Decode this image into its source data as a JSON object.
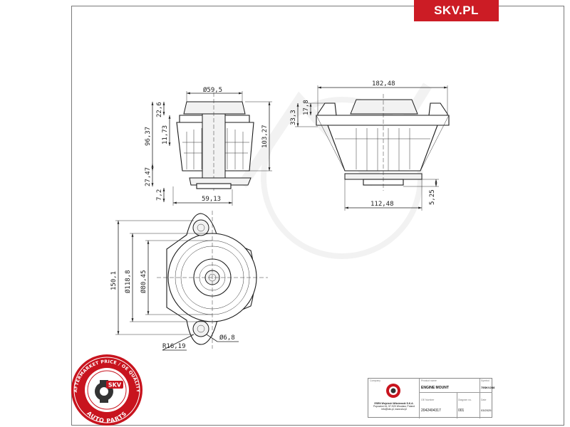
{
  "brand": {
    "label": "SKV.PL",
    "color": "#cc1c25"
  },
  "seal": {
    "ring_text": "AFTERMARKET PRICE / OE QUALITY",
    "bottom_text": "AUTO PARTS",
    "center_text": "SKV",
    "color": "#c8141e"
  },
  "dimensions": {
    "front_top_dia": "Ø59,5",
    "front_dim_22_6": "22,6",
    "front_dim_11_73": "11,73",
    "front_dim_96_37": "96,37",
    "front_dim_103_27": "103,27",
    "front_dim_27_47": "27,47",
    "front_dim_7_2": "7,2",
    "front_base_width": "59,13",
    "side_top_width": "182,48",
    "side_dim_17_8": "17,8",
    "side_dim_33_3": "33,3",
    "side_base_width": "112,48",
    "side_dim_5_25": "5,25",
    "plan_height": "150,1",
    "plan_dia_outer": "Ø118,8",
    "plan_dia_inner": "Ø80,45",
    "plan_radius": "R16,19",
    "plan_hole_dia": "Ø6,8"
  },
  "title_block": {
    "company_header": "Company",
    "product_name_header": "Product name",
    "symbol_header": "Symbol",
    "product_name": "ENGINE MOUNT",
    "symbol": "75SKV288",
    "company_lines": [
      "ESEN Wojciech Wiśniewski S.K.A.",
      "Popowice 61, 57-920 Wrocław, Poland",
      "info@skv.pl, www.skv.pl"
    ],
    "oe_number_header": "OE Number",
    "oe_number": "2042404317",
    "diagram_no_header": "Diagram no.",
    "diagram_no": "001",
    "date_header": "Date",
    "date": "03/2025"
  }
}
